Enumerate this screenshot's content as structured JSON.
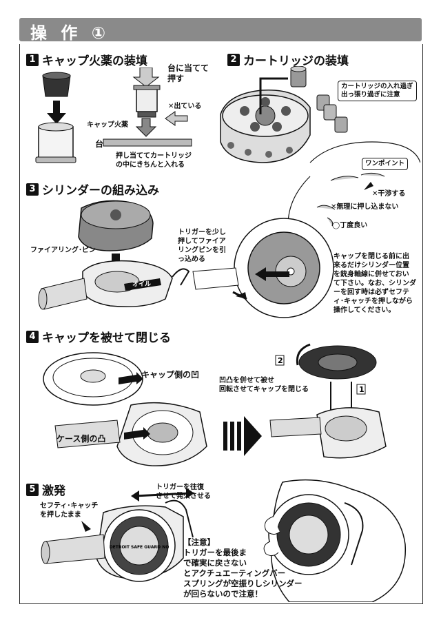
{
  "header": {
    "title": "操 作 ①"
  },
  "steps": [
    {
      "num": "1",
      "title": "キャップ火薬の装填"
    },
    {
      "num": "2",
      "title": "カートリッジの装填"
    },
    {
      "num": "3",
      "title": "シリンダーの組み込み"
    },
    {
      "num": "4",
      "title": "キャップを被せて閉じる"
    },
    {
      "num": "5",
      "title": "激発"
    }
  ],
  "step1": {
    "push_label": "台に当てて\n押す",
    "protrude_label": "✕出ている",
    "cap_label": "キャップ火薬",
    "stand_label": "台",
    "insert_label": "押し当ててカートリッジ\nの中にきちんと入れる"
  },
  "step2": {
    "caution_note": "カートリッジの入れ過ぎ\n出っ張り過ぎに注意",
    "one_point": "ワンポイント",
    "interference": "✕干渉する",
    "no_force": "✕無理に押し込まない",
    "just_right": "◯丁度良い"
  },
  "step3": {
    "firing_pin": "ファイアリング･ピン",
    "oil": "オイル",
    "trigger_note": "トリガーを少し\n押してファイア\nリングピンを引\nっ込める",
    "align_note": "キャップを閉じる前に出\n来るだけシリンダー位置\nを銃身軸線に併せておい\nて下さい。なお、シリンダ\nーを回す時は必ずセフテ\nィ･キャッチを押しながら\n操作してください。"
  },
  "step4": {
    "cap_side": "キャップ側の凹",
    "case_side": "ケース側の凸",
    "close_note": "凹凸を併せて被せ\n回転させてキャップを閉じる",
    "num_1": "1",
    "num_2": "2"
  },
  "step5": {
    "trigger_note": "トリガーを往復\nさせて発火させる",
    "safety_note": "セフティ･キャッチ\nを押したまま",
    "caution": "【注意】\nトリガーを最後ま\nで確実に戻さない\nとアクチュエーティングバー\nスプリングが空振りしシリンダー\nが回らないので注意！",
    "emblem_text": "DETROIT SAFE GUARD NO"
  }
}
